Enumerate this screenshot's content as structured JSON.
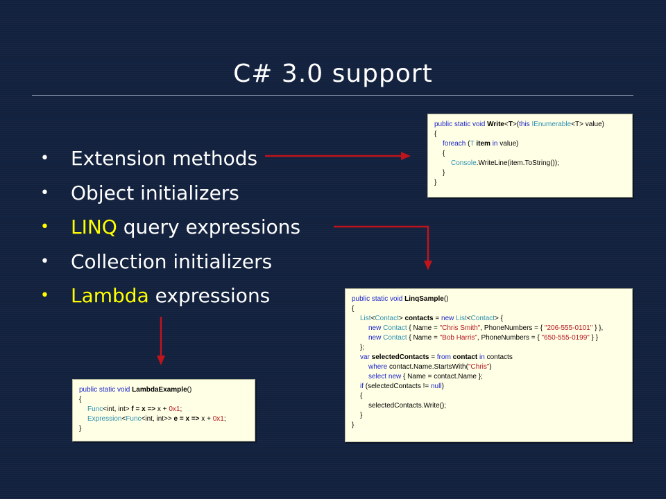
{
  "slide": {
    "title": "C# 3.0 support",
    "bullets": [
      {
        "highlight": "",
        "text": "Extension methods"
      },
      {
        "highlight": "",
        "text": "Object initializers"
      },
      {
        "highlight": "LINQ",
        "text": " query expressions"
      },
      {
        "highlight": "",
        "text": "Collection initializers"
      },
      {
        "highlight": "Lambda",
        "text": " expressions"
      }
    ]
  },
  "colors": {
    "background": "#12213d",
    "highlight": "#ffff00",
    "arrow": "#c0141c",
    "code_background": "#ffffe6"
  },
  "code": {
    "extension": {
      "l1a": "public static void ",
      "l1b": "Write",
      "l1c": "<",
      "l1d": "T",
      "l1e": ">(",
      "l1f": "this ",
      "l1g": "IEnumerable",
      "l1h": "<T> ",
      "l1i": "value)",
      "l2": "{",
      "l3a": "foreach",
      "l3b": " (",
      "l3c": "T",
      "l3d": " item",
      "l3e": " in ",
      "l3f": "value)",
      "l4": "{",
      "l5a": "Console",
      "l5b": ".WriteLine(item.ToString());",
      "l6": "}",
      "l7": "}"
    },
    "linq": {
      "l1a": "public static void ",
      "l1b": "LinqSample",
      "l1c": "()",
      "l2": "{",
      "l3a": "List",
      "l3b": "<",
      "l3c": "Contact",
      "l3d": "> ",
      "l3e": "contacts",
      "l3f": " = ",
      "l3g": "new",
      "l3h": " List",
      "l3i": "<",
      "l3j": "Contact",
      "l3k": "> {",
      "l4a": "new",
      "l4b": " Contact",
      "l4c": " { Name = ",
      "l4d": "\"Chris Smith\"",
      "l4e": ", PhoneNumbers = { ",
      "l4f": "\"206-555-0101\"",
      "l4g": " } },",
      "l5a": "new",
      "l5b": " Contact",
      "l5c": " { Name = ",
      "l5d": "\"Bob Harris\"",
      "l5e": ", PhoneNumbers = { ",
      "l5f": "\"650-555-0199\"",
      "l5g": " } }",
      "l6": "};",
      "l7a": "var",
      "l7b": " selectedContacts",
      "l7c": " = ",
      "l7d": "from",
      "l7e": " contact",
      "l7f": " in ",
      "l7g": "contacts",
      "l8a": "where",
      "l8b": " contact.Name.StartsWith(",
      "l8c": "\"Chris\"",
      "l8d": ")",
      "l9a": "select",
      "l9b": " ",
      "l9c": "new",
      "l9d": " { Name = contact.Name };",
      "l10a": "if",
      "l10b": " (selectedContacts != ",
      "l10c": "null",
      "l10d": ")",
      "l11": "{",
      "l12": "selectedContacts.Write();",
      "l13": "}",
      "l14": "}"
    },
    "lambda": {
      "l1a": "public static void ",
      "l1b": "LambdaExample",
      "l1c": "()",
      "l2": "{",
      "l3a": "Func",
      "l3b": "<int, int> ",
      "l3c": "f = x =>",
      "l3d": " x + ",
      "l3e": "0x1",
      "l3f": ";",
      "l4a": "Expression",
      "l4b": "<",
      "l4c": "Func",
      "l4d": "<int, int>> ",
      "l4e": "e = x =>",
      "l4f": " x + ",
      "l4g": "0x1",
      "l4h": ";",
      "l5": "}"
    }
  }
}
